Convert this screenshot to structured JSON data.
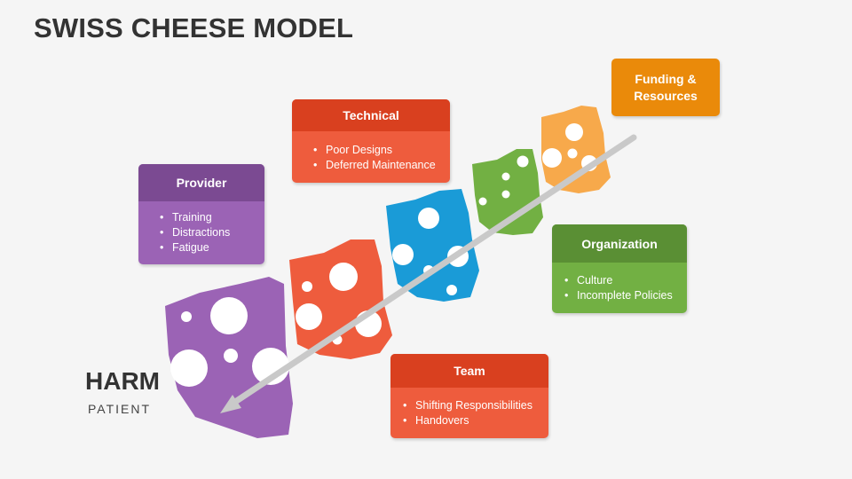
{
  "title": "SWISS CHEESE MODEL",
  "harm": {
    "label": "HARM",
    "sub": "PATIENT"
  },
  "cards": {
    "provider": {
      "title": "Provider",
      "items": [
        "Training",
        "Distractions",
        "Fatigue"
      ],
      "header_color": "#7b4a92",
      "body_color": "#9b63b5"
    },
    "technical": {
      "title": "Technical",
      "items": [
        "Poor Designs",
        "Deferred Maintenance"
      ],
      "header_color": "#d9401f",
      "body_color": "#ee5c3d"
    },
    "funding": {
      "title": "Funding & Resources",
      "color": "#ea8a0a"
    },
    "organization": {
      "title": "Organization",
      "items": [
        "Culture",
        "Incomplete Policies"
      ],
      "header_color": "#5a8f34",
      "body_color": "#72b043"
    },
    "team": {
      "title": "Team",
      "items": [
        "Shifting Responsibilities",
        "Handovers"
      ],
      "header_color": "#d9401f",
      "body_color": "#ee5c3d"
    }
  },
  "colors": {
    "purple": "#9b63b5",
    "orange": "#ee5c3d",
    "blue": "#1a9bd7",
    "green": "#72b043",
    "yellow": "#f7a94b",
    "arrow": "#c9c9c9"
  }
}
